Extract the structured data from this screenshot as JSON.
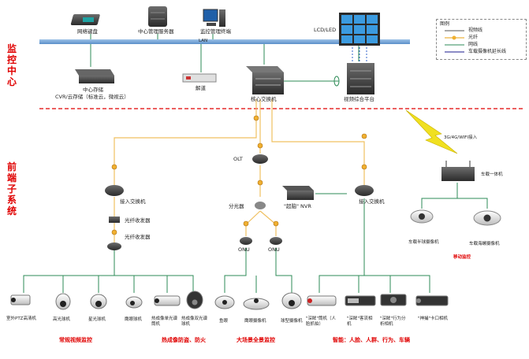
{
  "sections": {
    "monitor_center": "监控中心",
    "front_end": "前端子系统"
  },
  "legend": {
    "title": "图例",
    "items": [
      {
        "label": "视频线",
        "color": "#555555"
      },
      {
        "label": "光纤",
        "color": "#f0c060"
      },
      {
        "label": "网线",
        "color": "#2e8b57"
      },
      {
        "label": "车载摄像机延长线",
        "color": "#1a1a8c"
      }
    ]
  },
  "center": {
    "lan": "LAN",
    "keyboard": "网络键盘",
    "server": "中心管理服务器",
    "workstation": "监控管理终端",
    "wall": "LCD/LED",
    "storage_line1": "中心存储",
    "storage_line2": "CVR/云存储（标准云，微视云）",
    "decoder": "解道",
    "core_switch": "核心交换机",
    "video_platform": "视频综合平台"
  },
  "front": {
    "wireless": "3G/4G/WIFI接入",
    "vehicle_unit": "车载一体机",
    "vehicle_cam1": "车载半球摄像机",
    "vehicle_cam2": "车载海螺摄像机",
    "mobile": "移动监控",
    "olt": "OLT",
    "splitter": "分光器",
    "onu1": "ONU",
    "onu2": "ONU",
    "nvr": "\"超脑\" NVR",
    "access_switch_left": "接入交换机",
    "access_switch_right": "接入交换机",
    "transceiver1": "光纤收发器",
    "transceiver2": "光纤收发器"
  },
  "cameras": [
    "室外PTZ高清机",
    "高光球机",
    "星光球机",
    "鹰眼球机",
    "热成像单光谱筒机",
    "热成像双光谱球机",
    "鱼眼",
    "鹰眼摄像机",
    "球型摄像机",
    "\"深眸\"筒机（人脸抓拍）",
    "\"深眸\"客流相机",
    "\"深眸\"行为分析相机",
    "\"神捕\"卡口相机"
  ],
  "groups": {
    "g1": "常规视频监控",
    "g2": "热成像防盗、防火",
    "g3": "大场景全景监控",
    "g4": "智能：人脸、人群、行为、车辆"
  }
}
